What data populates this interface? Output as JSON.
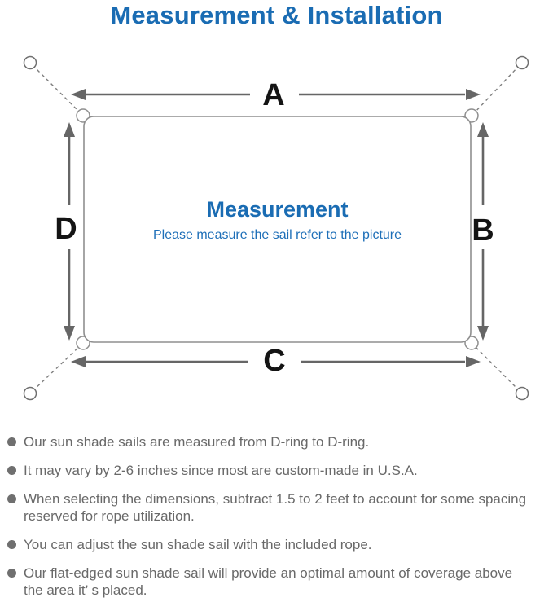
{
  "title": "Measurement & Installation",
  "diagram": {
    "labels": {
      "top": "A",
      "right": "B",
      "bottom": "C",
      "left": "D"
    },
    "center_title": "Measurement",
    "center_subtitle": "Please measure the sail refer to the picture"
  },
  "notes": [
    {
      "lines": [
        "Our sun shade sails are measured from D-ring to D-ring."
      ]
    },
    {
      "lines": [
        "It may vary by 2-6 inches since most are custom-made in U.S.A."
      ]
    },
    {
      "lines": [
        "When selecting the dimensions, subtract 1.5 to 2 feet to account for some spacing",
        "reserved for rope utilization."
      ]
    },
    {
      "lines": [
        "You can adjust the sun shade sail with the included rope."
      ]
    },
    {
      "lines": [
        "Our flat-edged sun shade sail will provide an optimal amount of coverage above",
        "the area it’ s placed."
      ]
    }
  ],
  "colors": {
    "accent_blue": "#1a6cb3",
    "diagram_line_gray": "#8f8f8f",
    "arrow_gray": "#666666",
    "note_text_gray": "#696969",
    "label_black": "#141414",
    "background": "#ffffff"
  }
}
